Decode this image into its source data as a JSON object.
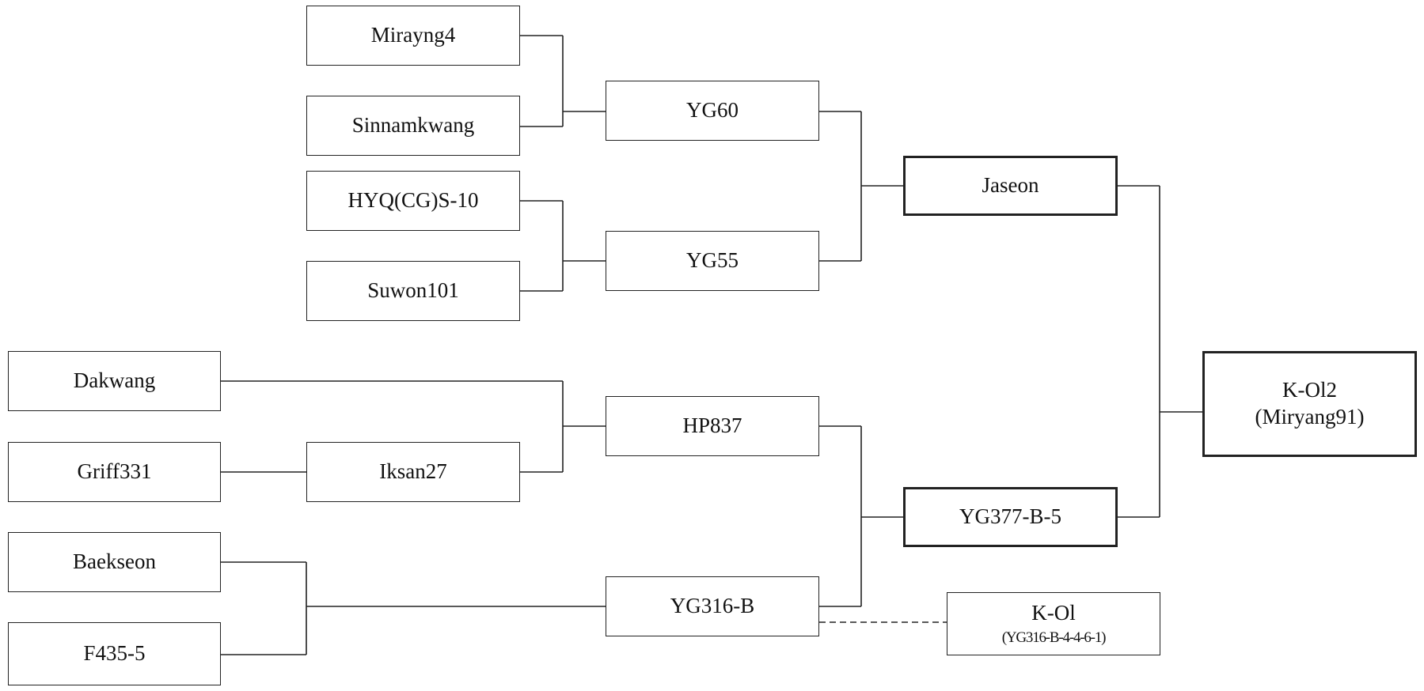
{
  "nodes": {
    "mirayng4": "Mirayng4",
    "sinnamkwang": "Sinnamkwang",
    "hyq_cg_s_10": "HYQ(CG)S-10",
    "suwon101": "Suwon101",
    "dakwang": "Dakwang",
    "griff331": "Griff331",
    "baekseon": "Baekseon",
    "f435_5": "F435-5",
    "iksan27": "Iksan27",
    "yg60": "YG60",
    "yg55": "YG55",
    "hp837": "HP837",
    "yg316_b": "YG316-B",
    "jaseon": "Jaseon",
    "yg377_b_5": "YG377-B-5",
    "k_ol2": {
      "line1": "K-Ol2",
      "line2": "(Miryang91)"
    },
    "k_ol": {
      "line1": "K-Ol",
      "line2": "(YG316-B-4-4-6-1)"
    }
  }
}
